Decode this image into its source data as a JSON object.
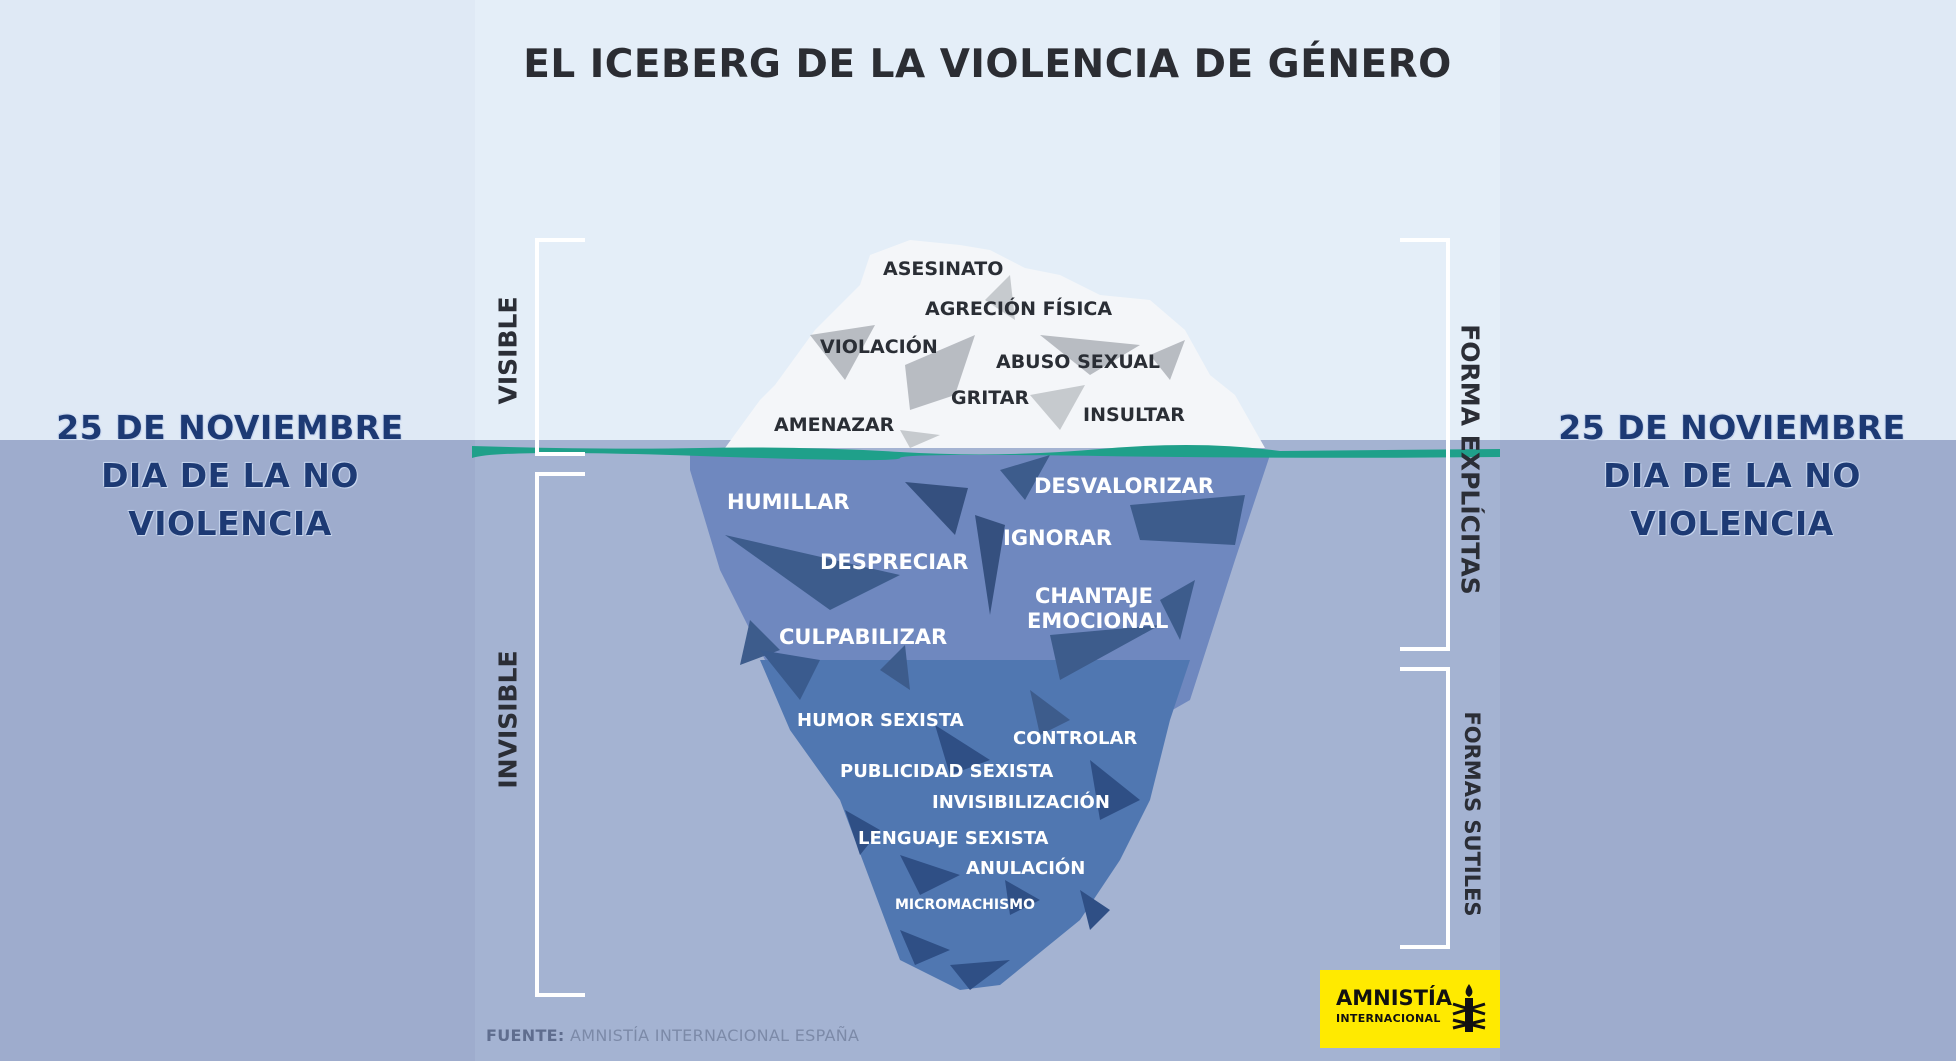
{
  "title": "EL ICEBERG DE LA VIOLENCIA DE GÉNERO",
  "side_text": {
    "line1": "25 DE NOVIEMBRE",
    "line2": "DIA DE LA NO VIOLENCIA"
  },
  "left_labels": {
    "visible": "VISIBLE",
    "invisible": "INVISIBLE"
  },
  "right_labels": {
    "explicit": "FORMA EXPLÍCITAS",
    "subtle": "FORMAS SUTILES"
  },
  "tip_items": [
    "ASESINATO",
    "AGRECIÓN FÍSICA",
    "VIOLACIÓN",
    "ABUSO SEXUAL",
    "GRITAR",
    "INSULTAR",
    "AMENAZAR"
  ],
  "underwater_items": [
    "HUMILLAR",
    "DESVALORIZAR",
    "IGNORAR",
    "DESPRECIAR",
    "CHANTAJE",
    "EMOCIONAL",
    "CULPABILIZAR"
  ],
  "deep_items": [
    "HUMOR SEXISTA",
    "CONTROLAR",
    "PUBLICIDAD SEXISTA",
    "INVISIBILIZACIÓN",
    "LENGUAJE SEXISTA",
    "ANULACIÓN",
    "MICROMACHISMO"
  ],
  "source": {
    "prefix": "FUENTE:",
    "text": "AMNISTÍA INTERNACIONAL ESPAÑA"
  },
  "logo": {
    "line1": "AMNISTÍA",
    "line2": "INTERNACIONAL",
    "icon": "candle-barbed-wire-icon",
    "color": "#ffea00"
  },
  "colors": {
    "sky": "#dfe9f5",
    "sea": "#9eaccd",
    "waterline": "#1fa08a",
    "ice_tip": "#f4f6f9",
    "ice_mid": "#6d86bd",
    "ice_deep": "#4f73ae",
    "side_text": "#1d3a74"
  }
}
